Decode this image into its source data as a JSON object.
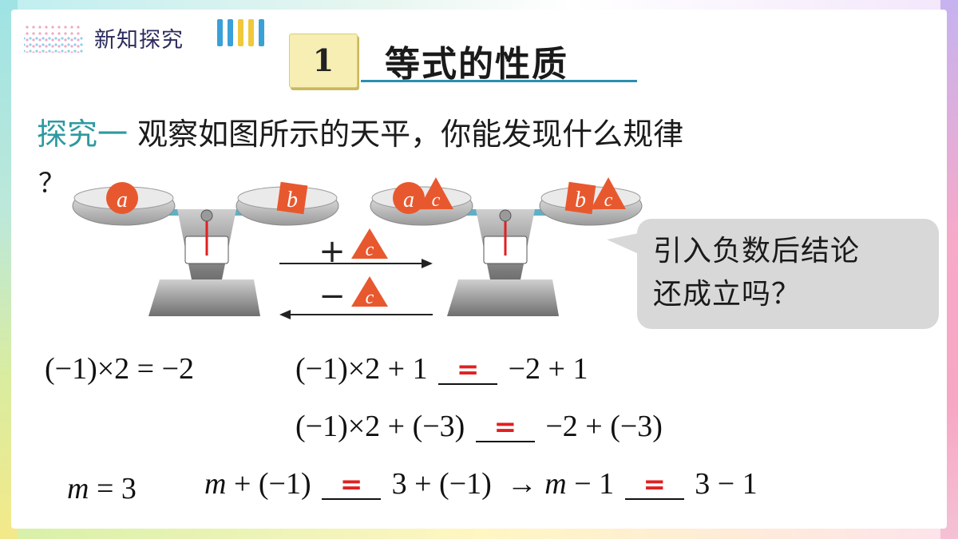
{
  "header": {
    "section_label": "新知探究",
    "badge_number": "1",
    "title": "等式的性质"
  },
  "explore": {
    "label": "探究一",
    "question": "观察如图所示的天平，你能发现什么规律",
    "question_end": "？"
  },
  "scale_left": {
    "pan_left_letter": "a",
    "pan_right_letter": "b"
  },
  "scale_right": {
    "pan_left_letters": [
      "a",
      "c"
    ],
    "pan_right_letters": [
      "b",
      "c"
    ]
  },
  "arrows": {
    "plus_sign": "+",
    "minus_sign": "−",
    "letter": "c"
  },
  "bubble": {
    "line1": "引入负数后结论",
    "line2": "还成立吗？"
  },
  "equations": {
    "eq1": "(−1)×2 = −2",
    "eq2_left": "(−1)×2 + 1",
    "eq2_right": "−2 + 1",
    "eq3_left": "(−1)×2 + (−3)",
    "eq3_right": "−2 + (−3)",
    "eq4_var": "m",
    "eq4_rest": " = 3",
    "eq5_var": "m",
    "eq5_left_rest": " + (−1)",
    "eq5_right": "3 + (−1)",
    "eq5_arrow": "→",
    "eq6_var": "m",
    "eq6_left_rest": " − 1",
    "eq6_right": "3 − 1",
    "blank_answer": "="
  },
  "colors": {
    "accent_teal": "#2c9aa0",
    "answer_red": "#e02020",
    "shape_orange": "#e8582e",
    "title_line": "#2a8fb0"
  }
}
